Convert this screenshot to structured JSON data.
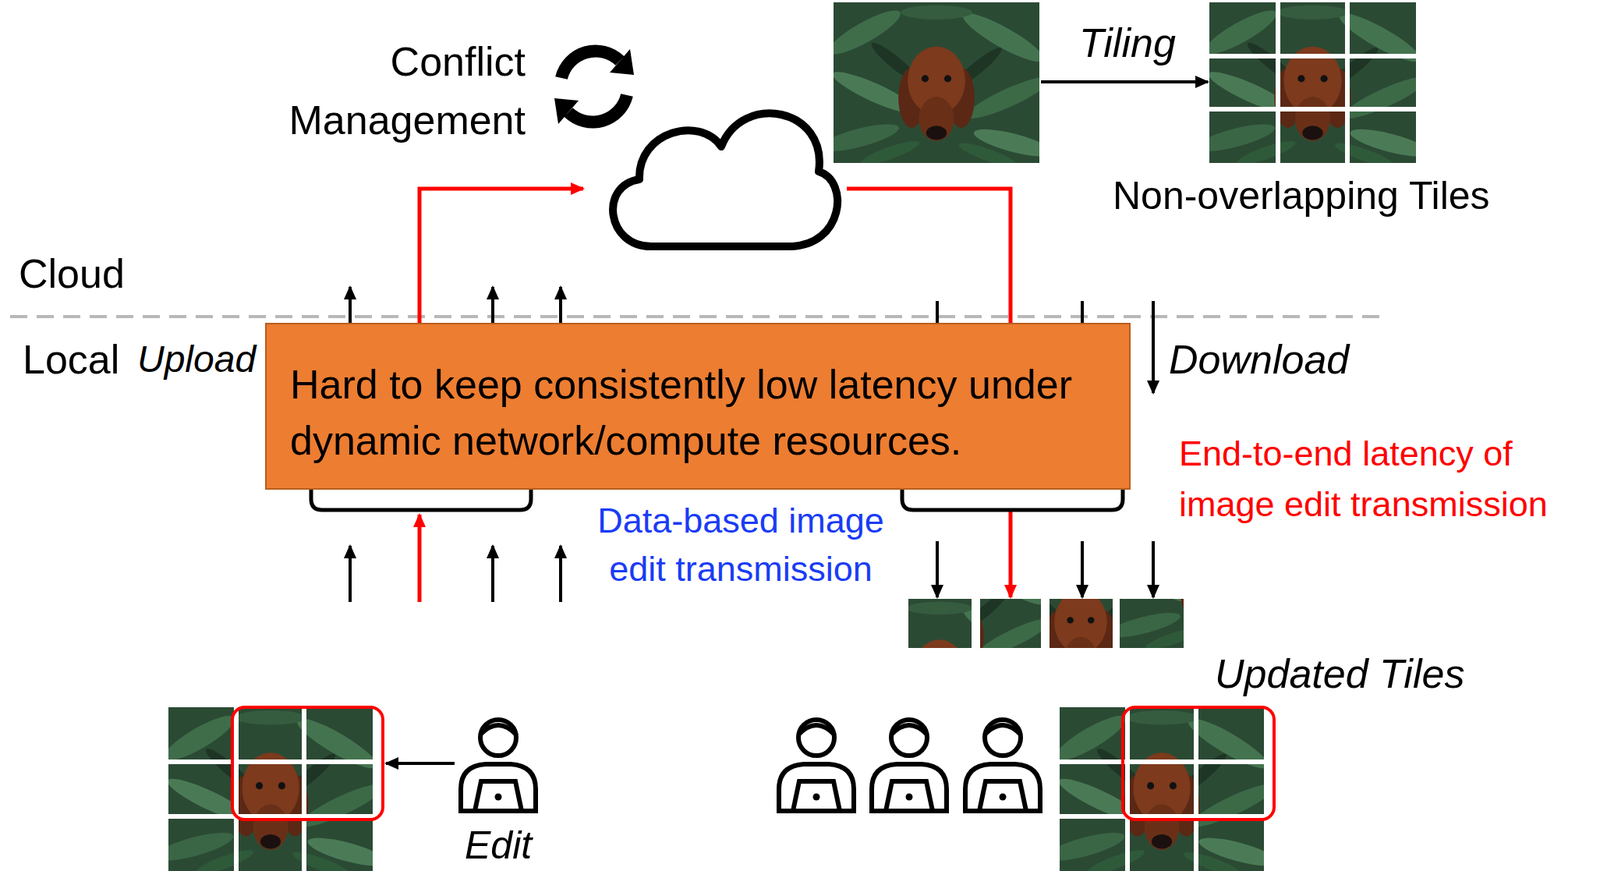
{
  "diagram": {
    "nodes": [
      {
        "text": [
          "Hard to keep consistently low latency under dynamic network/compute resources."
        ]
      }
    ],
    "labels": [
      "Conflict Management",
      "Tiling",
      "Non-overlapping Tiles",
      "Cloud",
      "Local",
      "Upload",
      "Download",
      "Data-based image edit transmission",
      "End-to-end latency of image edit transmission",
      "Updated Tiles",
      "Edit"
    ]
  }
}
